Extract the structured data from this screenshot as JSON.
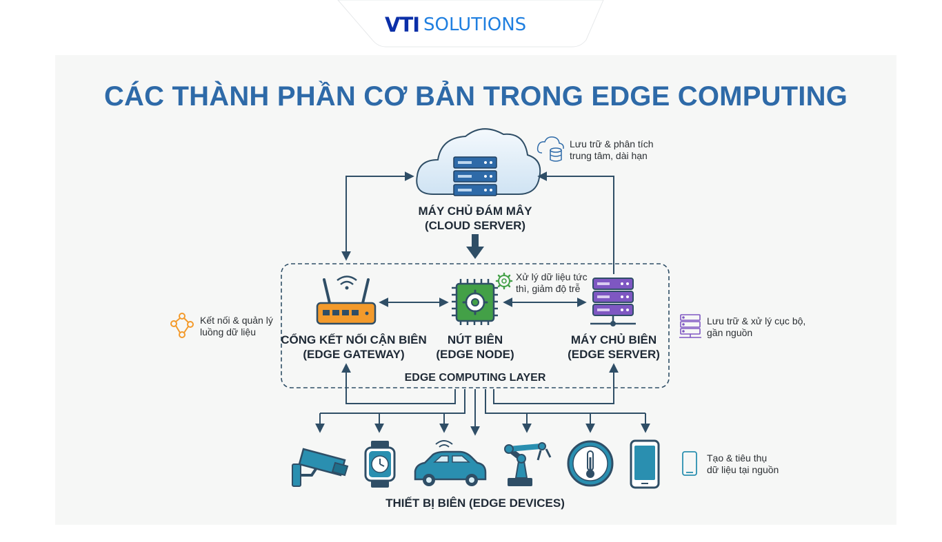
{
  "brand": {
    "part1": "VTI",
    "part2": "SOLUTIONS"
  },
  "title": "CÁC THÀNH PHẦN CƠ BẢN TRONG EDGE COMPUTING",
  "cloud": {
    "label1": "MÁY CHỦ ĐÁM MÂY",
    "label2": "(CLOUD SERVER)",
    "note1": "Lưu trữ & phân tích",
    "note2": "trung tâm, dài hạn"
  },
  "gateway": {
    "label1": "CỔNG KẾT NỐI CẬN BIÊN",
    "label2": "(EDGE GATEWAY)",
    "note1": "Kết nối & quản lý",
    "note2": "luồng dữ liệu"
  },
  "node": {
    "label1": "NÚT BIÊN",
    "label2": "(EDGE NODE)",
    "note1": "Xử lý dữ liệu tức",
    "note2": "thì, giảm độ trễ"
  },
  "server": {
    "label1": "MÁY CHỦ BIÊN",
    "label2": "(EDGE SERVER)",
    "note1": "Lưu trữ & xử lý cục bộ,",
    "note2": "gần nguồn"
  },
  "layer_label": "EDGE COMPUTING LAYER",
  "devices": {
    "label": "THIẾT BỊ BIÊN (EDGE DEVICES)",
    "note1": "Tạo & tiêu thụ",
    "note2": "dữ liệu tại nguồn"
  },
  "colors": {
    "title": "#2e6aa8",
    "line": "#2f4e66",
    "gateway": "#f39a2b",
    "node": "#43a047",
    "server": "#7e57c2",
    "device": "#2a8fb0",
    "brand_dark": "#0b2fa8",
    "brand_light": "#1f7fe0"
  }
}
